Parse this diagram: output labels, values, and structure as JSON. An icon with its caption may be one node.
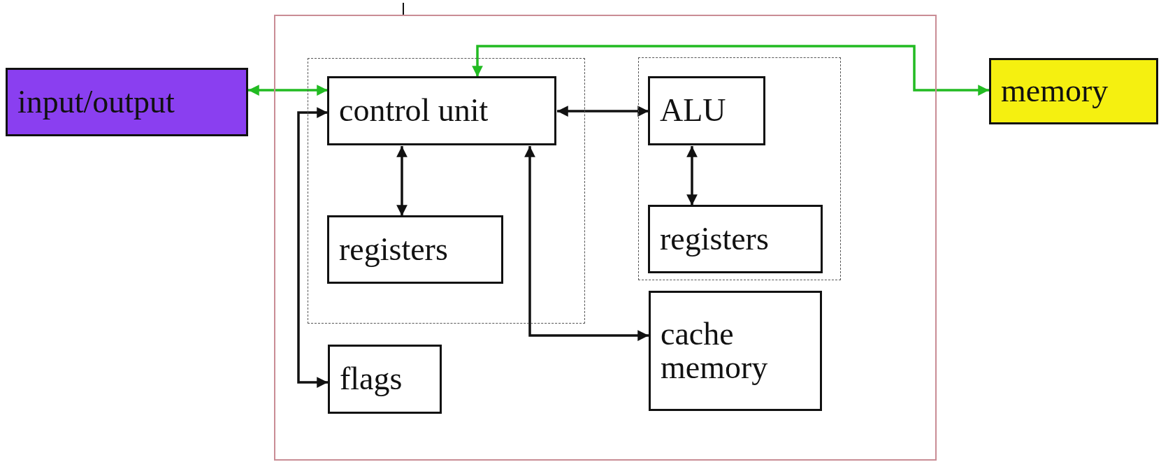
{
  "diagram": {
    "nodes": [
      {
        "text": [
          "input/output"
        ]
      },
      {
        "text": [],
        "shape": "box"
      },
      {
        "text": [],
        "shape": "box",
        "in": 1
      },
      {
        "text": [
          "control unit"
        ],
        "in": 2
      },
      {
        "text": [
          "registers"
        ],
        "in": 2
      },
      {
        "text": [],
        "shape": "box",
        "in": 1
      },
      {
        "text": [
          "ALU"
        ],
        "in": 5
      },
      {
        "text": [
          "registers"
        ],
        "in": 5
      },
      {
        "text": [
          "cache memory"
        ],
        "in": 1
      },
      {
        "text": [
          "flags"
        ],
        "in": 1
      },
      {
        "text": [
          "memory"
        ]
      }
    ],
    "edges": [
      {
        "from": 0,
        "to": 3,
        "arrow": "both",
        "color": "#22bb22"
      },
      {
        "from": 3,
        "to": 10,
        "arrow": "both",
        "color": "#22bb22"
      },
      {
        "from": 3,
        "to": 6,
        "arrow": "both"
      },
      {
        "from": 3,
        "to": 4,
        "arrow": "both"
      },
      {
        "from": 6,
        "to": 7,
        "arrow": "both"
      },
      {
        "from": 3,
        "to": 8,
        "arrow": "both"
      },
      {
        "from": 3,
        "to": 9,
        "arrow": "both"
      }
    ]
  }
}
